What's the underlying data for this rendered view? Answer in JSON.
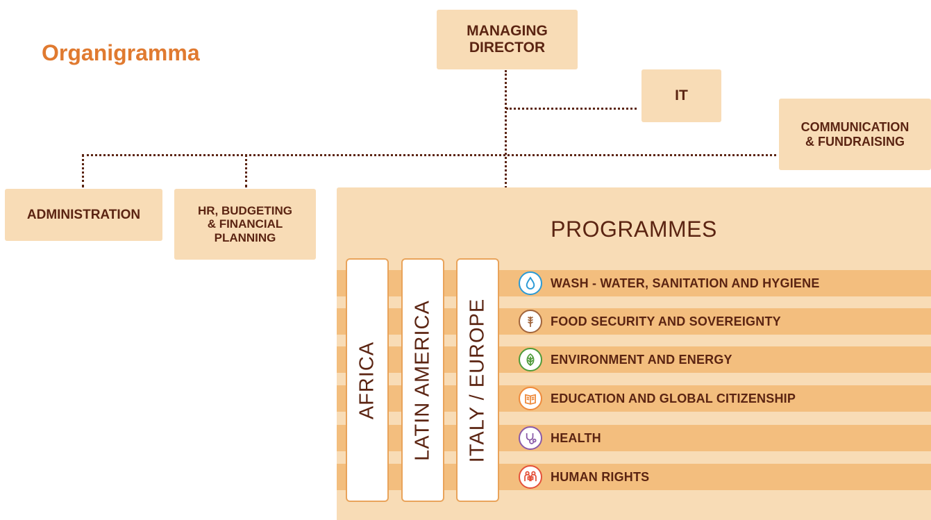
{
  "title": "Organigramma",
  "nodes": {
    "managing_director": [
      "MANAGING",
      "DIRECTOR"
    ],
    "it": "IT",
    "communication": [
      "COMMUNICATION",
      "& FUNDRAISING"
    ],
    "administration": "ADMINISTRATION",
    "hr": [
      "HR, BUDGETING",
      "& FINANCIAL",
      "PLANNING"
    ]
  },
  "programmes": {
    "title": "PROGRAMMES",
    "regions": [
      "AFRICA",
      "LATIN AMERICA",
      "ITALY / EUROPE"
    ],
    "themes": [
      {
        "label": "WASH - WATER,  SANITATION AND HYGIENE",
        "icon": "water-drop-icon",
        "color": "#2a9ad6"
      },
      {
        "label": "FOOD SECURITY AND SOVEREIGNTY",
        "icon": "wheat-icon",
        "color": "#a0643c"
      },
      {
        "label": "ENVIRONMENT AND ENERGY",
        "icon": "leaf-icon",
        "color": "#4f9a3a"
      },
      {
        "label": "EDUCATION AND GLOBAL CITIZENSHIP",
        "icon": "open-book-icon",
        "color": "#ee8a3c"
      },
      {
        "label": "HEALTH",
        "icon": "stethoscope-icon",
        "color": "#8a5aa8"
      },
      {
        "label": "HUMAN RIGHTS",
        "icon": "people-icon",
        "color": "#e4513a"
      }
    ]
  },
  "colors": {
    "title": "#e07a30",
    "box": "#f8dcb6",
    "stripe": "#f3be7e",
    "text": "#5b2412"
  }
}
